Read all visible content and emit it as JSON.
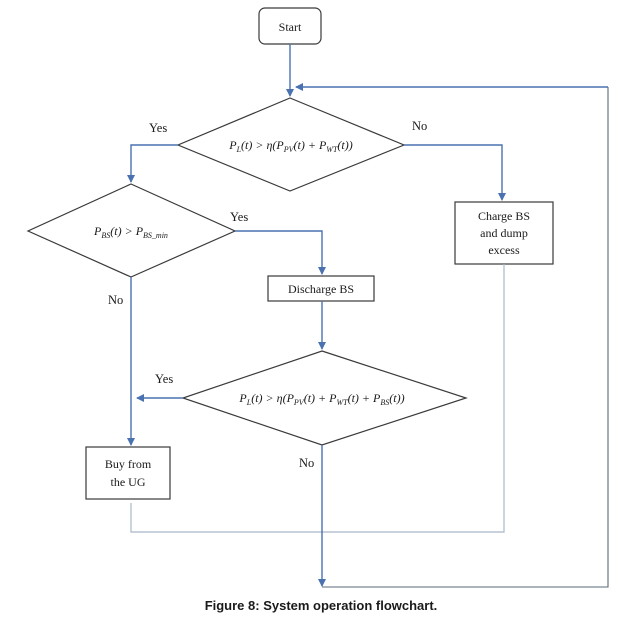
{
  "nodes": {
    "start": "Start",
    "decision1": {
      "pre": "P",
      "pre_sub": "L",
      "mid": "(t) > η(P",
      "s1": "PV",
      "m2": "(t) + P",
      "s2": "WT",
      "post": "(t))"
    },
    "decision2": {
      "pre": "P",
      "pre_sub": "BS",
      "mid": "(t) > P",
      "s1": "BS_min"
    },
    "decision3": {
      "pre": "P",
      "pre_sub": "L",
      "mid": "(t) > η(P",
      "s1": "PV",
      "m2": "(t) + P",
      "s2": "WT",
      "m3": "(t) + P",
      "s3": "BS",
      "post": "(t))"
    },
    "charge": [
      "Charge BS",
      "and dump",
      "excess"
    ],
    "discharge": "Discharge BS",
    "buy": [
      "Buy from",
      "the UG"
    ]
  },
  "labels": {
    "d1_yes": "Yes",
    "d1_no": "No",
    "d2_yes": "Yes",
    "d2_no": "No",
    "d3_yes": "Yes",
    "d3_no": "No"
  },
  "caption": "Figure 8: System operation flowchart."
}
